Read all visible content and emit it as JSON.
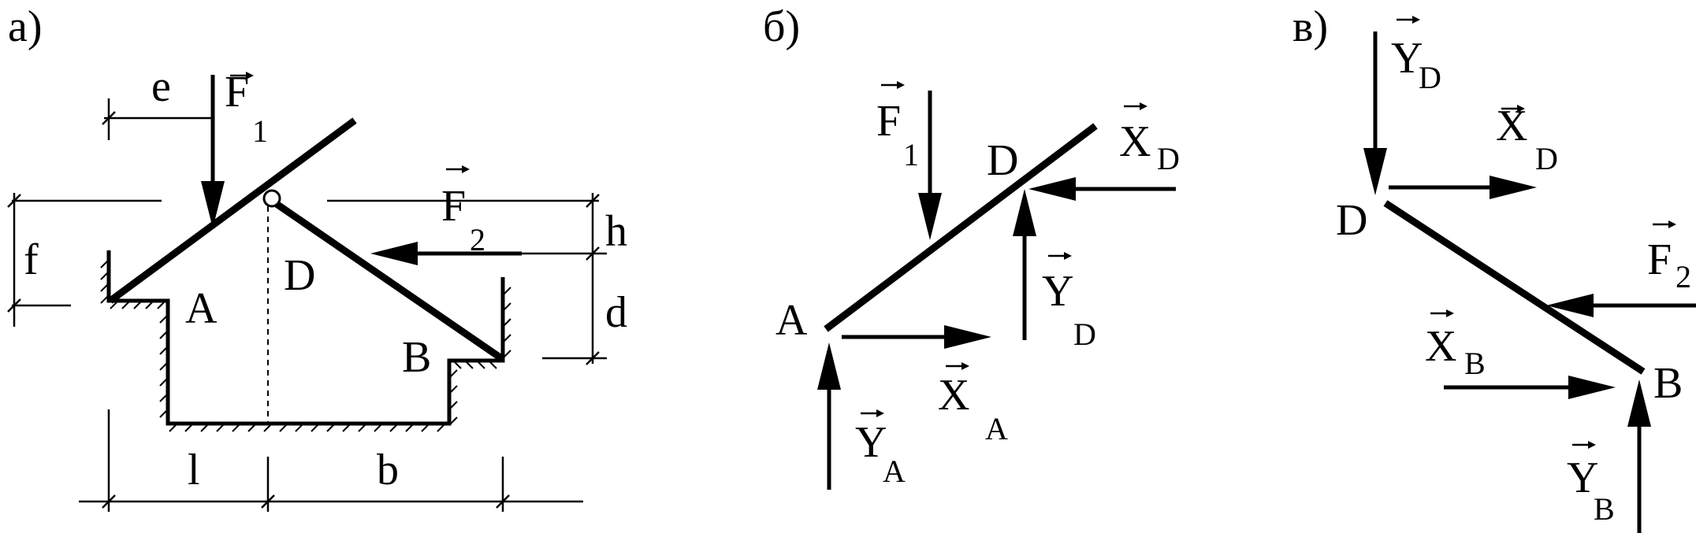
{
  "panels": {
    "a": "а)",
    "b": "б)",
    "c": "в)"
  },
  "panel_a": {
    "points": {
      "A": "A",
      "B": "B",
      "D": "D"
    },
    "dims": {
      "e": "e",
      "f": "f",
      "h": "h",
      "d": "d",
      "l": "l",
      "b": "b"
    },
    "forces": {
      "F1": {
        "letter": "F",
        "sub": "1"
      },
      "F2": {
        "letter": "F",
        "sub": "2"
      }
    }
  },
  "panel_b": {
    "points": {
      "A": "A",
      "D": "D"
    },
    "forces": {
      "F1": {
        "letter": "F",
        "sub": "1"
      },
      "XD": {
        "letter": "X",
        "sub": "D"
      },
      "YD": {
        "letter": "Y",
        "sub": "D"
      },
      "XA": {
        "letter": "X",
        "sub": "A"
      },
      "YA": {
        "letter": "Y",
        "sub": "A"
      }
    }
  },
  "panel_c": {
    "points": {
      "D": "D",
      "B": "B"
    },
    "forces": {
      "YD": {
        "letter": "Y",
        "sub": "D"
      },
      "XD": {
        "letter": "X",
        "sub": "D"
      },
      "F2": {
        "letter": "F",
        "sub": "2"
      },
      "XB": {
        "letter": "X",
        "sub": "B"
      },
      "YB": {
        "letter": "Y",
        "sub": "B"
      }
    }
  }
}
